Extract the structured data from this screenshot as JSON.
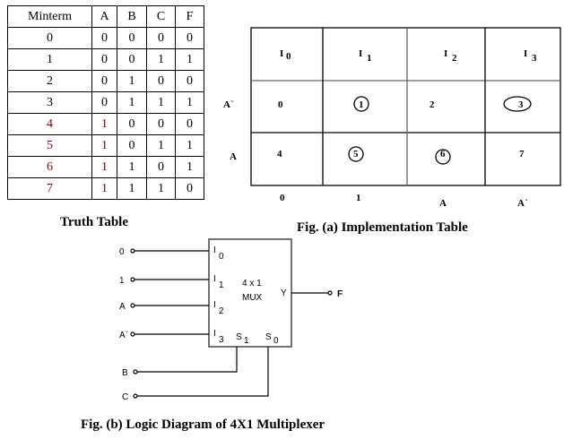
{
  "truth_table": {
    "headers": [
      "Minterm",
      "A",
      "B",
      "C",
      "F"
    ],
    "rows": [
      [
        "0",
        "0",
        "0",
        "0",
        "0"
      ],
      [
        "1",
        "0",
        "0",
        "1",
        "1"
      ],
      [
        "2",
        "0",
        "1",
        "0",
        "0"
      ],
      [
        "3",
        "0",
        "1",
        "1",
        "1"
      ],
      [
        "4",
        "1",
        "0",
        "0",
        "0"
      ],
      [
        "5",
        "1",
        "0",
        "1",
        "1"
      ],
      [
        "6",
        "1",
        "1",
        "0",
        "1"
      ],
      [
        "7",
        "1",
        "1",
        "1",
        "0"
      ]
    ],
    "caption": "Truth Table"
  },
  "impl_table": {
    "col_headers": [
      {
        "base": "I",
        "sub": "0"
      },
      {
        "base": "I",
        "sub": "1"
      },
      {
        "base": "I",
        "sub": "2"
      },
      {
        "base": "I",
        "sub": "3"
      }
    ],
    "row_labels": [
      "A`",
      "A"
    ],
    "cells": [
      [
        "0",
        "1",
        "2",
        "3"
      ],
      [
        "4",
        "5",
        "6",
        "7"
      ]
    ],
    "bottom_labels": [
      "0",
      "1",
      "A",
      "A`"
    ],
    "caption": "Fig.  (a) Implementation Table"
  },
  "mux": {
    "inputs": [
      "0",
      "1",
      "A",
      "A`"
    ],
    "input_pins": [
      {
        "base": "I",
        "sub": "0"
      },
      {
        "base": "I",
        "sub": "1"
      },
      {
        "base": "I",
        "sub": "2"
      },
      {
        "base": "I",
        "sub": "3"
      }
    ],
    "title_line1": "4 x 1",
    "title_line2": "MUX",
    "output_pin": "Y",
    "output_label": "F",
    "select_pins": [
      {
        "base": "S",
        "sub": "1"
      },
      {
        "base": "S",
        "sub": "0"
      }
    ],
    "select_inputs": [
      "B",
      "C"
    ],
    "caption": "Fig.  (b) Logic Diagram of 4X1 Multiplexer"
  }
}
